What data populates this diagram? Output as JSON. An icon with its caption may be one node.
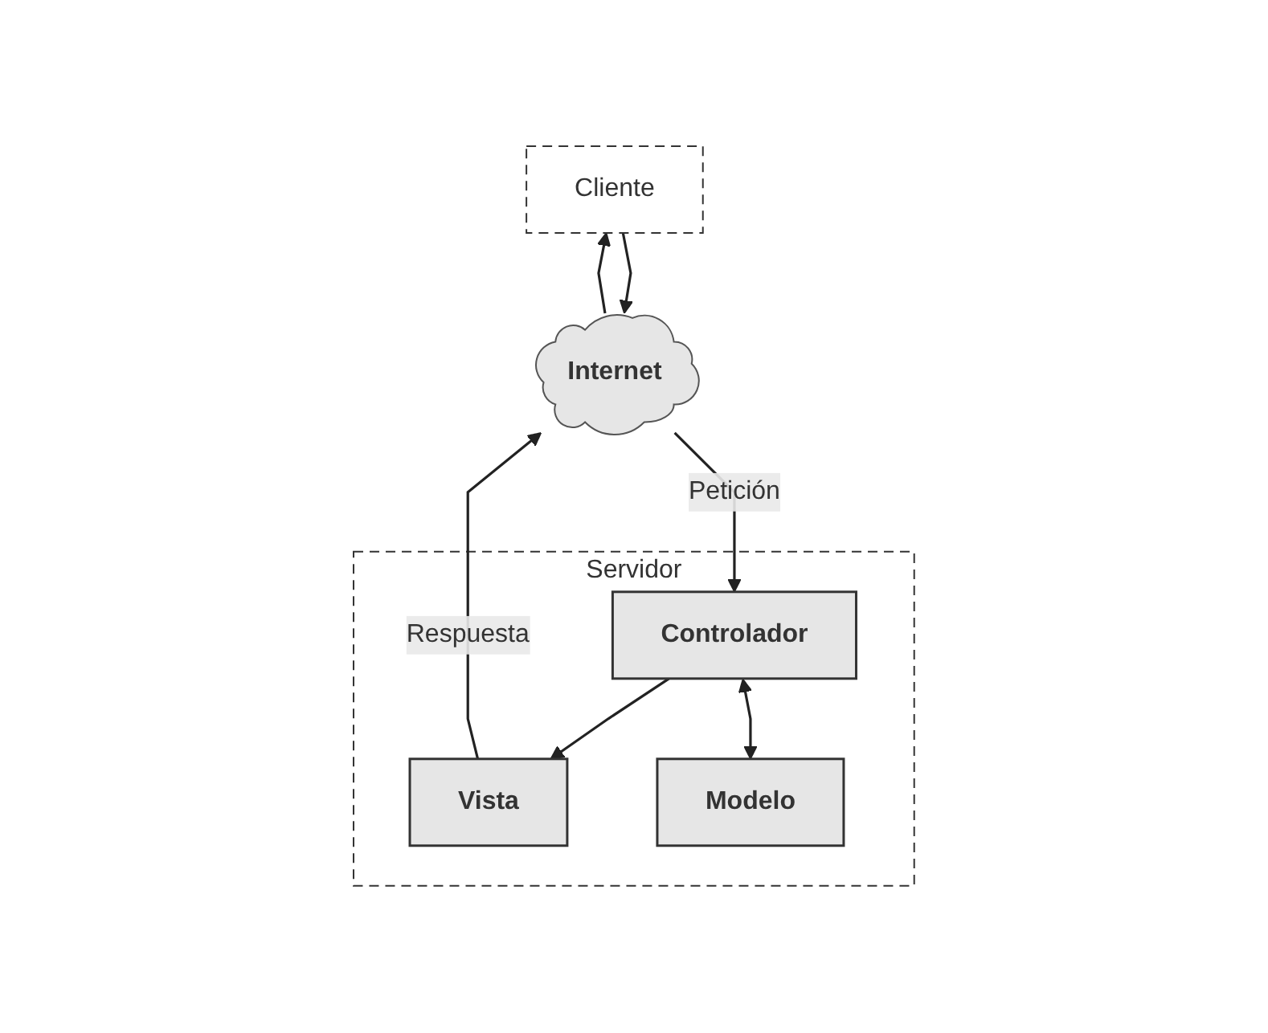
{
  "diagram": {
    "nodes": [
      {
        "text": [
          "Cliente"
        ]
      },
      {
        "text": [
          "Internet"
        ]
      },
      {
        "text": [
          "Servidor"
        ]
      },
      {
        "text": [
          "Controlador"
        ],
        "in": 2
      },
      {
        "text": [
          "Vista"
        ],
        "in": 2
      },
      {
        "text": [
          "Modelo"
        ],
        "in": 2
      }
    ],
    "edges": [
      {
        "from": 0,
        "to": 1,
        "arrow": "to"
      },
      {
        "from": 1,
        "to": 0,
        "arrow": "to"
      },
      {
        "from": 1,
        "to": 3,
        "arrow": "to",
        "label": "Petición"
      },
      {
        "from": 4,
        "to": 1,
        "arrow": "to",
        "label": "Respuesta"
      },
      {
        "from": 3,
        "to": 4,
        "arrow": "to"
      },
      {
        "from": 3,
        "to": 5,
        "arrow": "both"
      }
    ]
  }
}
